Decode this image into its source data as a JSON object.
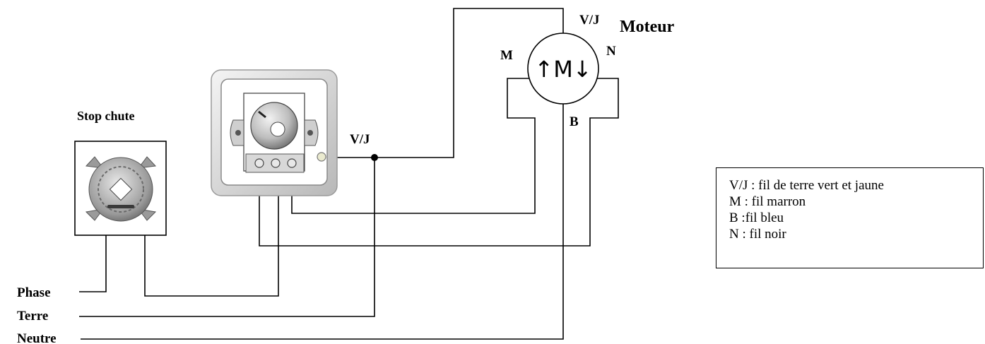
{
  "labels": {
    "stop_chute": "Stop chute",
    "vj_switch": "V/J",
    "vj_motor": "V/J",
    "moteur": "Moteur",
    "m": "M",
    "n": "N",
    "b": "B",
    "phase": "Phase",
    "terre": "Terre",
    "neutre": "Neutre",
    "motor_symbol": "↑M↓"
  },
  "legend": [
    "V/J : fil de terre vert et jaune",
    "M : fil marron",
    "B :fil bleu",
    "N : fil noir"
  ]
}
